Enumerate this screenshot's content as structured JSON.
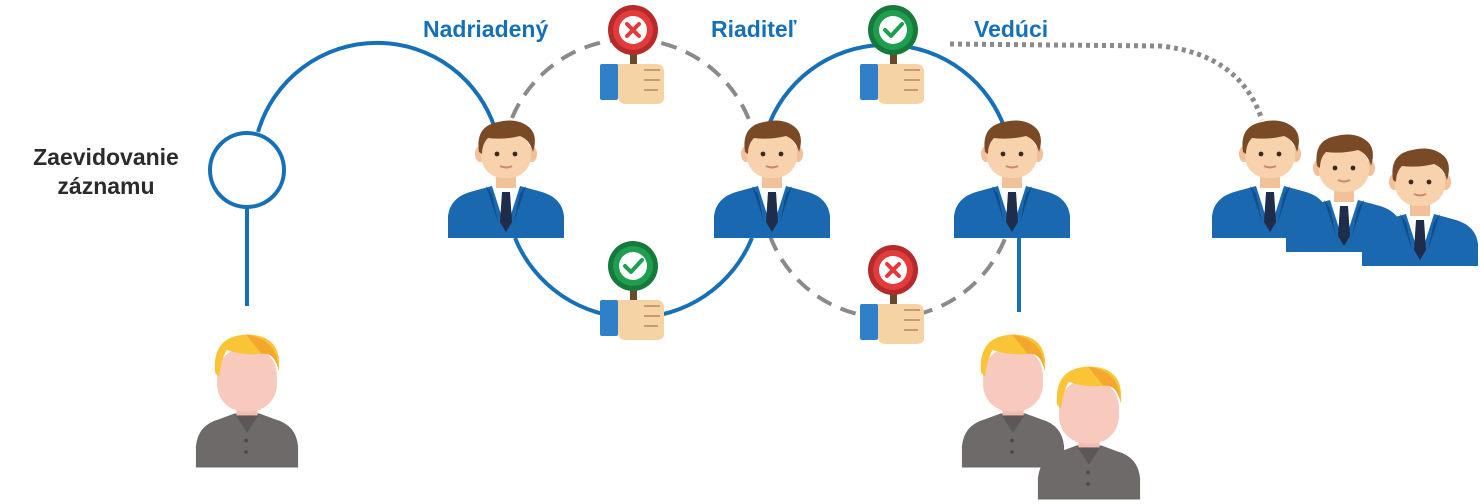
{
  "labels": {
    "record_creation": [
      "Zaevidovanie",
      "záznamu"
    ],
    "superior": "Nadriadený",
    "director": "Riaditeľ",
    "head": "Vedúci"
  },
  "colors": {
    "flow_line": "#1670b8",
    "rejected_path": "#8a8a8a",
    "label_blue": "#1670b8",
    "label_dark": "#2b2b2b",
    "approve_badge": "#1e9e4e",
    "reject_badge": "#e33b3b",
    "manager_suit": "#1a68b0",
    "employee_shirt": "#6e6a6a",
    "employee_hair": "#f9c536"
  },
  "icons": {
    "start_node": "circle-node-icon",
    "employee": "employee-icon",
    "manager": "manager-icon",
    "approve": "approve-sign-icon",
    "reject": "reject-sign-icon"
  }
}
